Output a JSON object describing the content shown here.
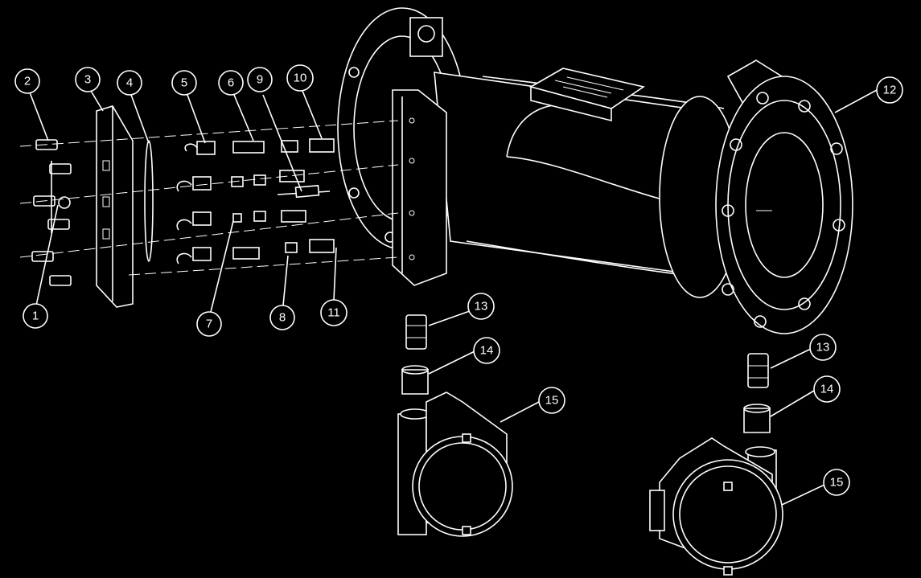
{
  "diagram": {
    "callouts": [
      {
        "id": "c1",
        "label": "1"
      },
      {
        "id": "c2",
        "label": "2"
      },
      {
        "id": "c3",
        "label": "3"
      },
      {
        "id": "c4",
        "label": "4"
      },
      {
        "id": "c5",
        "label": "5"
      },
      {
        "id": "c6",
        "label": "6"
      },
      {
        "id": "c7",
        "label": "7"
      },
      {
        "id": "c8",
        "label": "8"
      },
      {
        "id": "c9",
        "label": "9"
      },
      {
        "id": "c10",
        "label": "10"
      },
      {
        "id": "c11",
        "label": "11"
      },
      {
        "id": "c12",
        "label": "12"
      },
      {
        "id": "c13a",
        "label": "13"
      },
      {
        "id": "c14a",
        "label": "14"
      },
      {
        "id": "c15a",
        "label": "15"
      },
      {
        "id": "c13b",
        "label": "13"
      },
      {
        "id": "c14b",
        "label": "14"
      },
      {
        "id": "c15b",
        "label": "15"
      }
    ]
  },
  "colors": {
    "background": "#000000",
    "line": "#ffffff"
  }
}
